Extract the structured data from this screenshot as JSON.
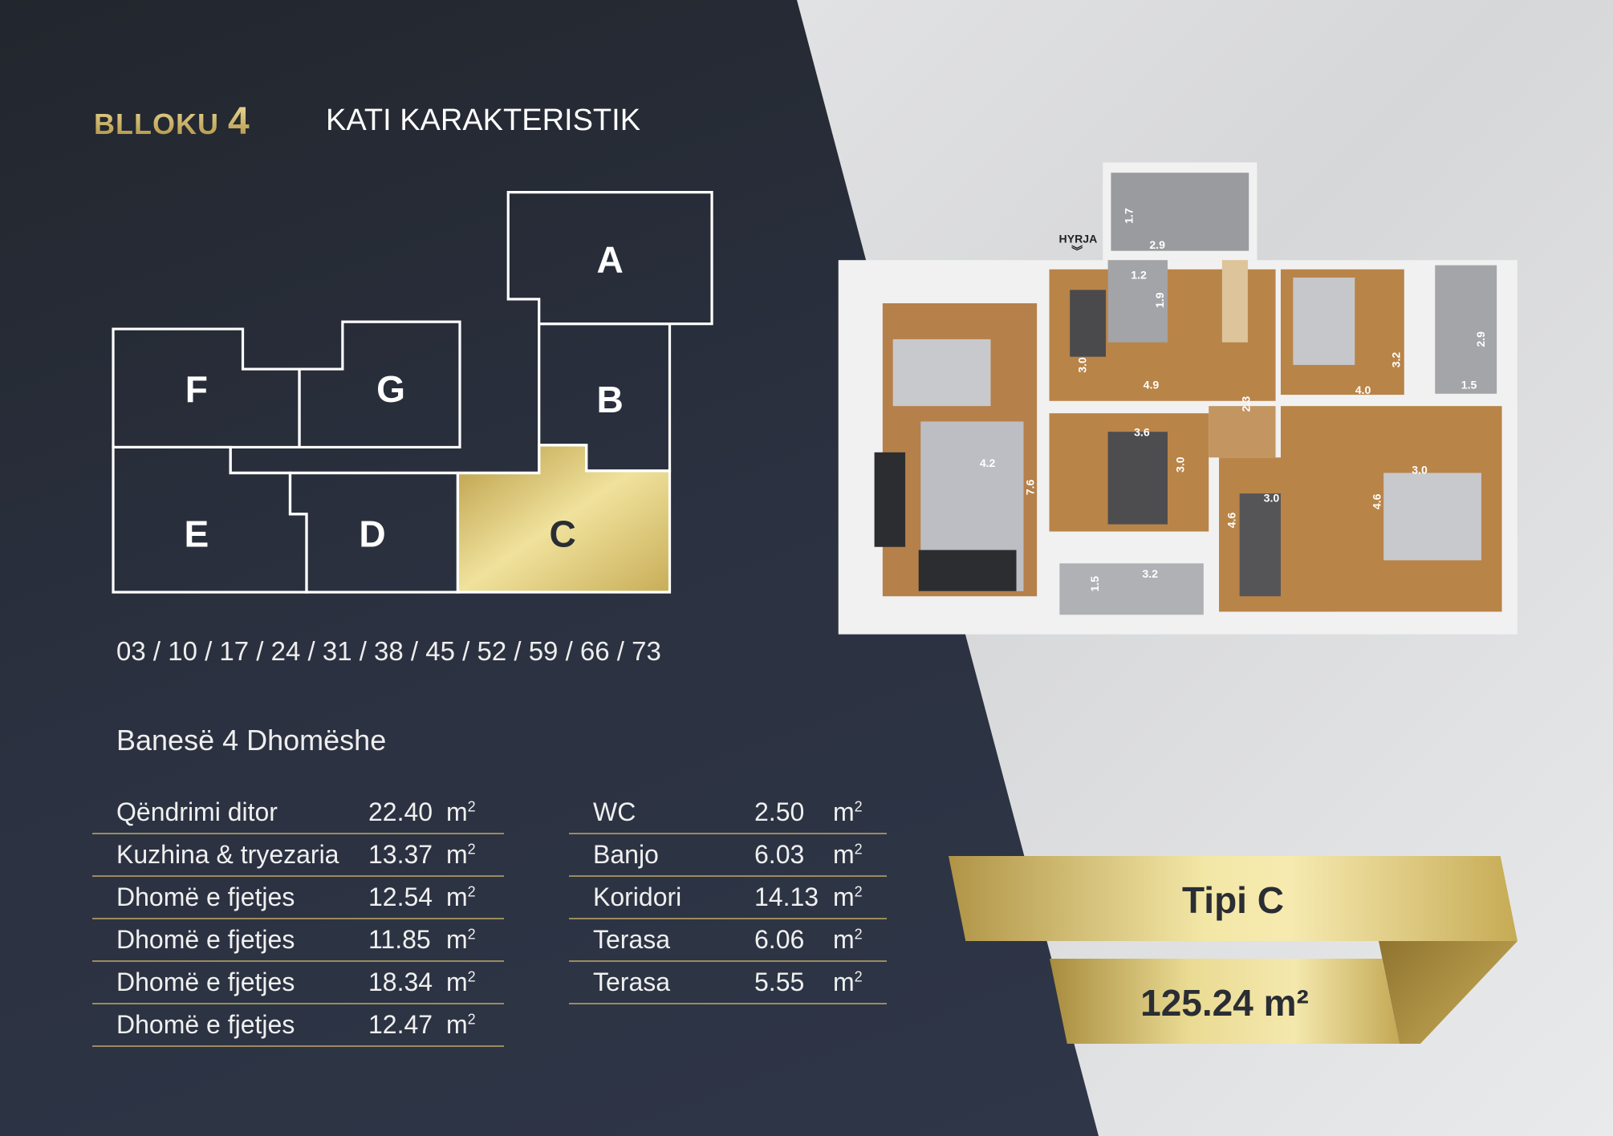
{
  "header": {
    "block_label": "BLLOKU",
    "block_number": "4",
    "floor_title": "KATI KARAKTERISTIK"
  },
  "block_plan": {
    "blocks": [
      "A",
      "B",
      "C",
      "D",
      "E",
      "F",
      "G"
    ],
    "selected": "C"
  },
  "unit_numbers": "03 / 10 / 17 / 24 / 31 / 38 / 45 / 52 / 59 / 66 / 73",
  "apartment_title": "Banesë 4 Dhomëshe",
  "unit": "m",
  "unit_exp": "2",
  "rooms_left": [
    {
      "name": "Qëndrimi ditor",
      "area": "22.40"
    },
    {
      "name": "Kuzhina & tryezaria",
      "area": "13.37"
    },
    {
      "name": "Dhomë e fjetjes",
      "area": "12.54"
    },
    {
      "name": "Dhomë e fjetjes",
      "area": "11.85"
    },
    {
      "name": "Dhomë e fjetjes",
      "area": "18.34"
    },
    {
      "name": "Dhomë e fjetjes",
      "area": "12.47"
    }
  ],
  "rooms_right": [
    {
      "name": "WC",
      "area": "2.50"
    },
    {
      "name": "Banjo",
      "area": "6.03"
    },
    {
      "name": "Koridori",
      "area": "14.13"
    },
    {
      "name": "Terasa",
      "area": "6.06"
    },
    {
      "name": "Terasa",
      "area": "5.55"
    }
  ],
  "floor_plan": {
    "entrance_label": "HYRJA",
    "dimensions": [
      "2.9",
      "1.7",
      "1.2",
      "1.9",
      "3.0",
      "4.9",
      "2.3",
      "4.0",
      "3.2",
      "2.9",
      "1.5",
      "3.6",
      "3.0",
      "4.2",
      "7.6",
      "3.0",
      "4.6",
      "3.0",
      "4.6",
      "1.5",
      "3.2"
    ]
  },
  "type_label": "Tipi C",
  "total_area": "125.24 m²",
  "colors": {
    "dark_bg": "#2b3140",
    "gold": "#e6d38a",
    "light_bg": "#e4e5e6"
  }
}
